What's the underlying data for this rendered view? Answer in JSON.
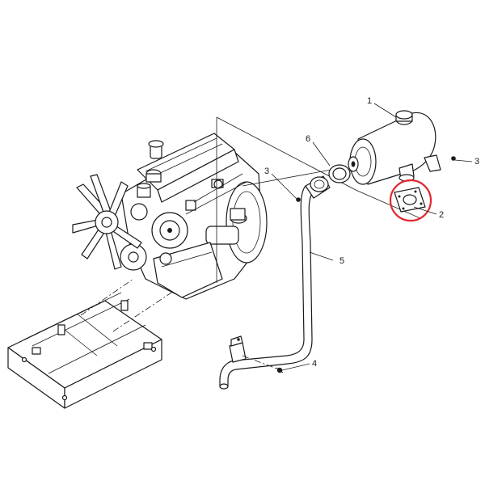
{
  "callouts": {
    "c1": "1",
    "c2": "2",
    "c3a": "3",
    "c3b": "3",
    "c4": "4",
    "c5": "5",
    "c6": "6"
  },
  "highlight": {
    "color": "#e0282e",
    "target_callout": "2"
  }
}
